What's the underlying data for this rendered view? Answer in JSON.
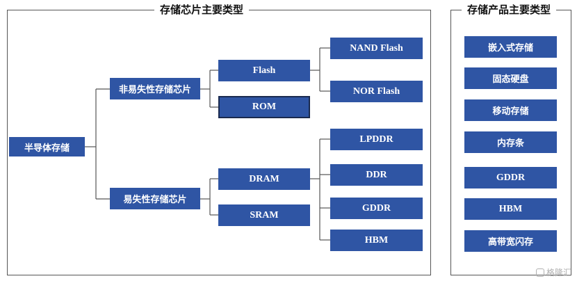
{
  "left_panel": {
    "title": "存储芯片主要类型",
    "root": "半导体存储",
    "nonvolatile": {
      "label": "非易失性存储芯片",
      "flash": "Flash",
      "rom": "ROM",
      "flash_types": [
        "NAND Flash",
        "NOR Flash"
      ]
    },
    "volatile": {
      "label": "易失性存储芯片",
      "dram": "DRAM",
      "sram": "SRAM",
      "dram_types": [
        "LPDDR",
        "DDR",
        "GDDR",
        "HBM"
      ]
    }
  },
  "right_panel": {
    "title": "存储产品主要类型",
    "items": [
      "嵌入式存储",
      "固态硬盘",
      "移动存储",
      "内存条",
      "GDDR",
      "HBM",
      "高带宽闪存"
    ]
  },
  "watermark": "格隆汇",
  "colors": {
    "node_fill": "#2f55a4",
    "node_text": "#ffffff",
    "line": "#555555"
  }
}
